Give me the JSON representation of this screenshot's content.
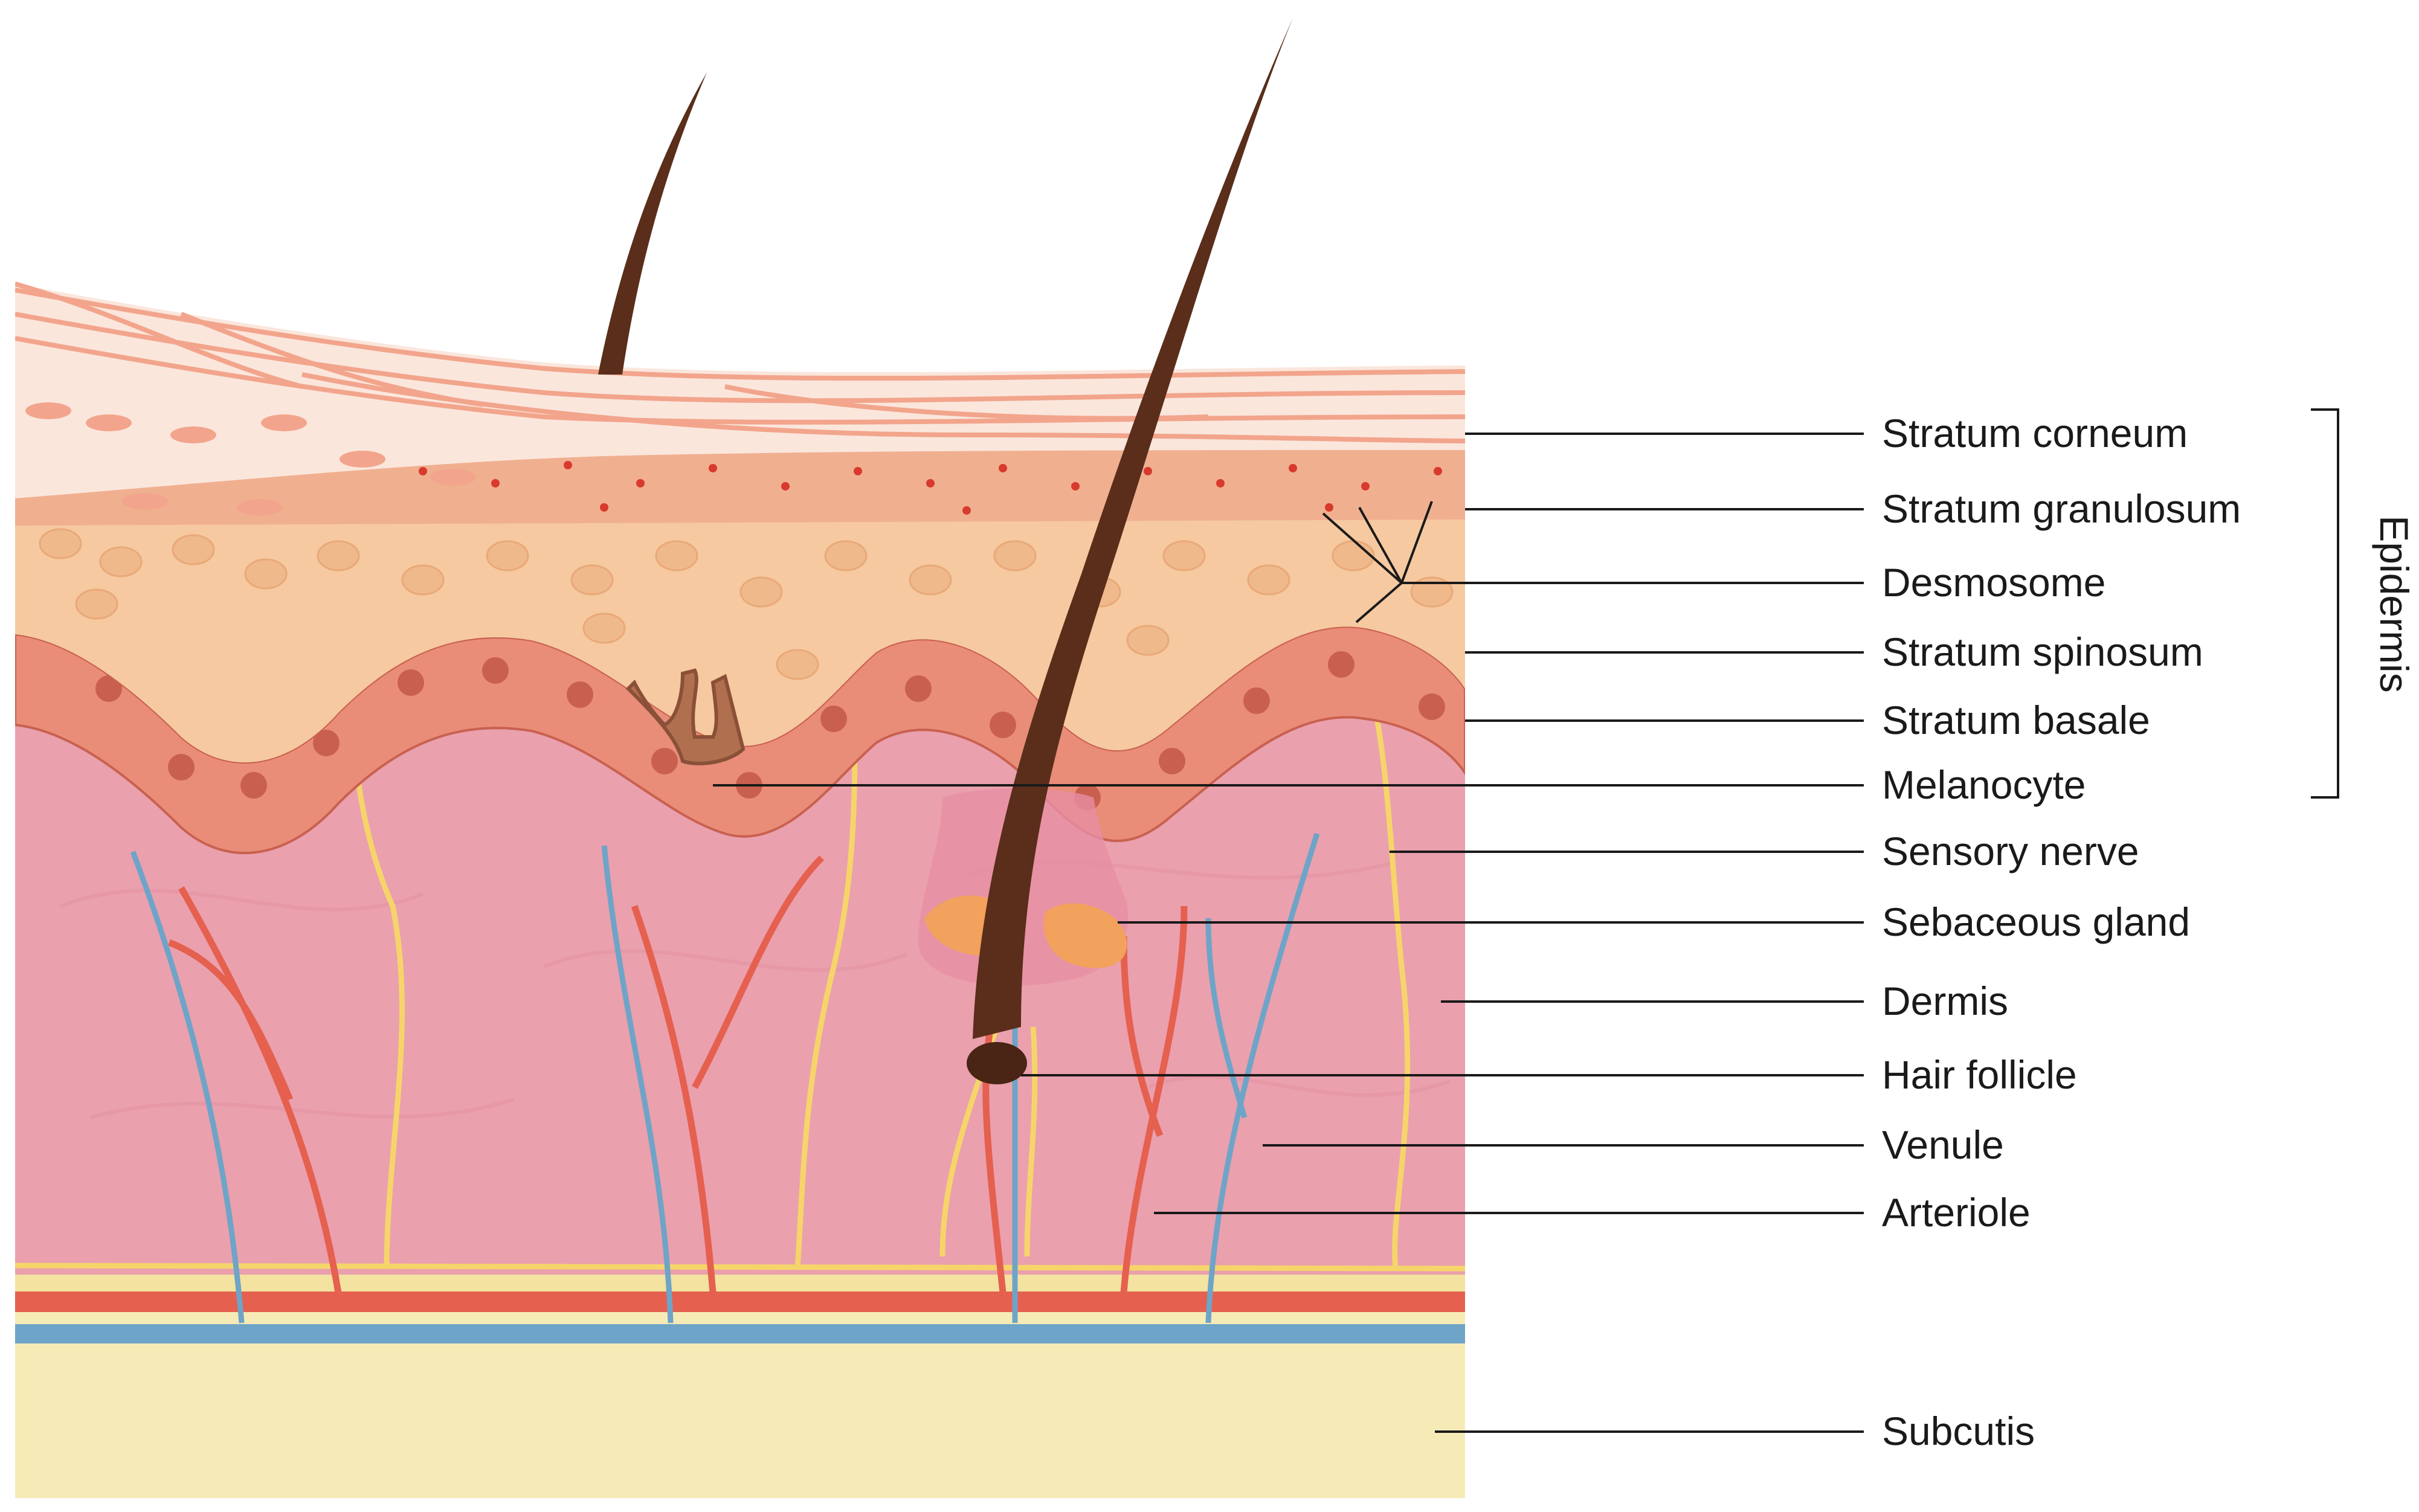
{
  "title": "",
  "colors": {
    "background": "#ffffff",
    "stratum_corneum": "#f2a58c",
    "granulosum": "#f0b090",
    "spinosum_cell": "#f6c9a0",
    "spinosum_nucleus": "#e9a978",
    "basale_cell": "#e98d78",
    "basale_nucleus": "#c9604f",
    "dermis": "#eaa0ad",
    "subcutis": "#f6ebb6",
    "hair": "#5a2e1a",
    "sebaceous_gland": "#f2a25c",
    "arteriole": "#e5604e",
    "venule": "#6ea4c8",
    "sensory_nerve": "#f5d56a",
    "melanocyte": "#b07050",
    "desmosome": "#d83a2e"
  },
  "labels": {
    "stratum_corneum": "Stratum corneum",
    "stratum_granulosum": "Stratum granulosum",
    "desmosome": "Desmosome",
    "stratum_spinosum": "Stratum spinosum",
    "stratum_basale": "Stratum basale",
    "melanocyte": "Melanocyte",
    "sensory_nerve": "Sensory nerve",
    "sebaceous_gland": "Sebaceous gland",
    "dermis": "Dermis",
    "hair_follicle": "Hair follicle",
    "venule": "Venule",
    "arteriole": "Arteriole",
    "subcutis": "Subcutis"
  },
  "bracket_label": "Epidermis"
}
